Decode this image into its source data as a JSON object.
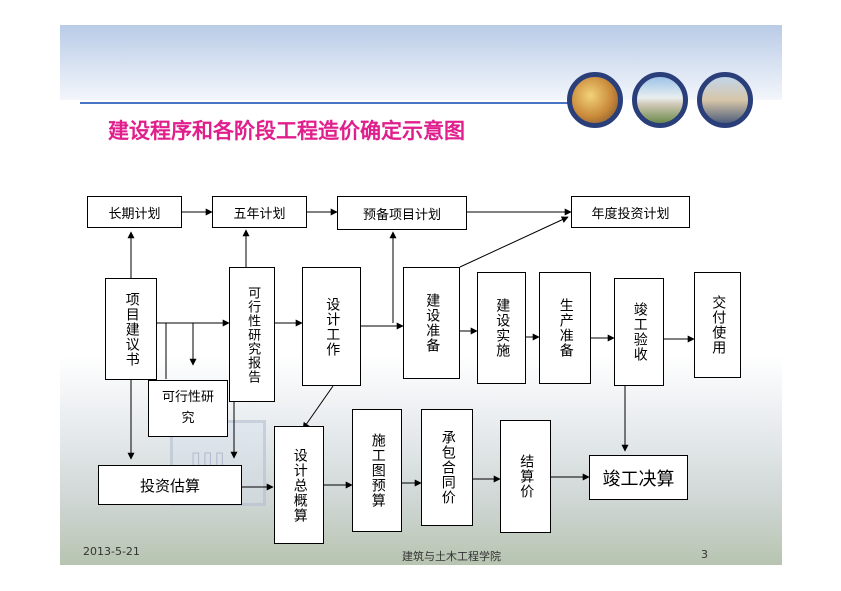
{
  "slide": {
    "title": "建设程序和各阶段工程造价确定示意图",
    "footer": {
      "date": "2013-5-21",
      "institution": "建筑与土木工程学院",
      "page_number": "3"
    },
    "photos": [
      "interior-photo",
      "house-photo",
      "family-photo"
    ],
    "colors": {
      "title": "#e01e8c",
      "rule": "#4a74c4",
      "photo_border": "#2a3f7a"
    }
  },
  "flowchart": {
    "plans": {
      "long_term": "长期计划",
      "five_year": "五年计划",
      "reserve_project": "预备项目计划",
      "annual_investment": "年度投资计划"
    },
    "stages": {
      "project_proposal": "项目建议书",
      "feasibility_report": "可行性研究报告",
      "design_work": "设计工作",
      "construction_prep": "建设准备",
      "construction": "建设实施",
      "production_prep": "生产准备",
      "acceptance": "竣工验收",
      "delivery": "交付使用"
    },
    "costs": {
      "feasibility_study": "可行性研究",
      "investment_estimate": "投资估算",
      "design_budget": "设计总概算",
      "drawing_budget": "施工图预算",
      "contract_price": "承包合同价",
      "settlement_price": "结算价",
      "final_accounts": "竣工决算"
    }
  }
}
